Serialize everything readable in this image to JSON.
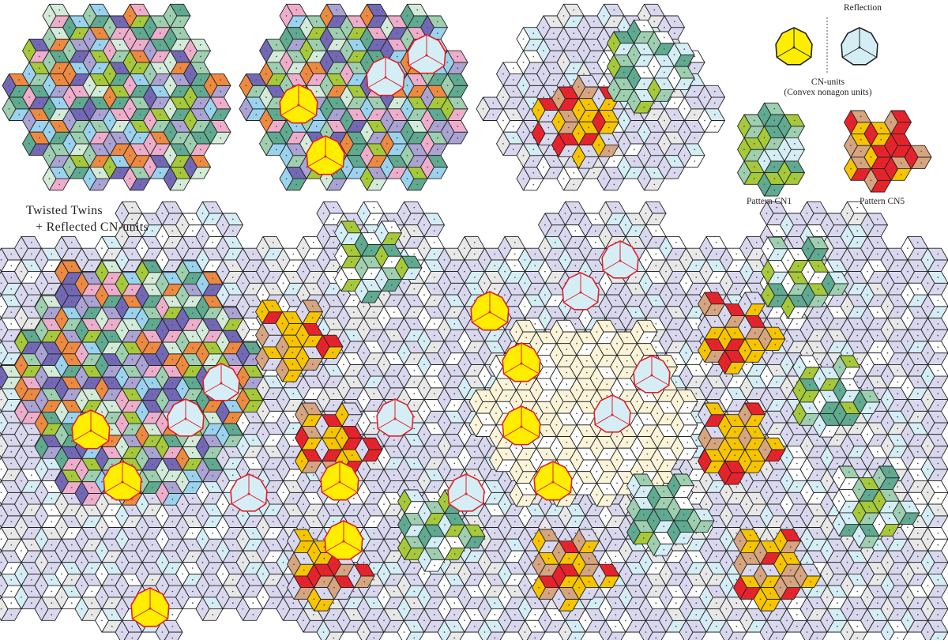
{
  "labels": {
    "reflection": "Reflection",
    "cn_units_line1": "CN-units",
    "cn_units_line2": "(Convex nonagon units)",
    "pattern_cn1": "Pattern CN1",
    "pattern_cn5": "Pattern CN5",
    "title_line1": "Twisted Twins",
    "title_line2": "+ Reflected CN-units"
  },
  "colors": {
    "pink": "#eeaecb",
    "orange": "#ee8a40",
    "sky": "#9bd3ef",
    "mint": "#9ecfb0",
    "teal": "#5faa90",
    "violet": "#7268b5",
    "lavender": "#aaa3d3",
    "lime": "#a6c93a",
    "palemint": "#d3ebd8",
    "red": "#e8222b",
    "gold": "#f7c400",
    "tan": "#d6a47e",
    "lilac": "#d9d8ee",
    "paleblue": "#d5eef6",
    "cream": "#fcf4d8",
    "grey": "#e8e8e8",
    "yellow": "#ffee00",
    "white": "#ffffff",
    "outline": "#222222",
    "red_outline": "#e0202a"
  },
  "icons": [
    "cn-unit-yellow-icon",
    "cn-unit-reflected-icon",
    "pattern-cn1-icon",
    "pattern-cn5-icon"
  ]
}
